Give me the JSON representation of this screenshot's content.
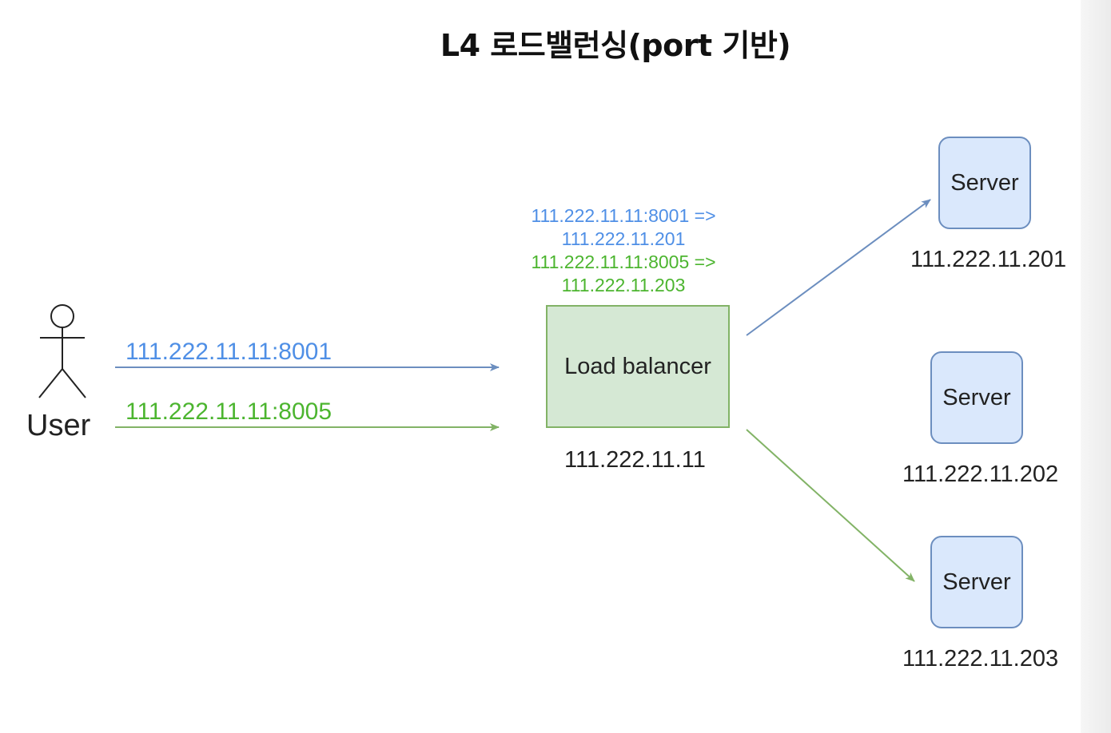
{
  "title": "L4 로드밸런싱(port 기반)",
  "user": {
    "label": "User"
  },
  "flows": [
    {
      "label": "111.222.11.11:8001",
      "color": "#4f8fe6"
    },
    {
      "label": "111.222.11.11:8005",
      "color": "#4cb52f"
    }
  ],
  "load_balancer": {
    "label": "Load balancer",
    "ip": "111.222.11.11",
    "rules": [
      {
        "line1": "111.222.11.11:8001 =>",
        "line2": "111.222.11.201",
        "color": "#4f8fe6"
      },
      {
        "line1": "111.222.11.11:8005 =>",
        "line2": "111.222.11.203",
        "color": "#4cb52f"
      }
    ]
  },
  "servers": [
    {
      "label": "Server",
      "ip": "111.222.11.201"
    },
    {
      "label": "Server",
      "ip": "111.222.11.202"
    },
    {
      "label": "Server",
      "ip": "111.222.11.203"
    }
  ],
  "colors": {
    "blue_edge": "#6c8ebf",
    "green_edge": "#82b366",
    "lb_fill": "#d5e8d4",
    "server_fill": "#dae8fc"
  }
}
